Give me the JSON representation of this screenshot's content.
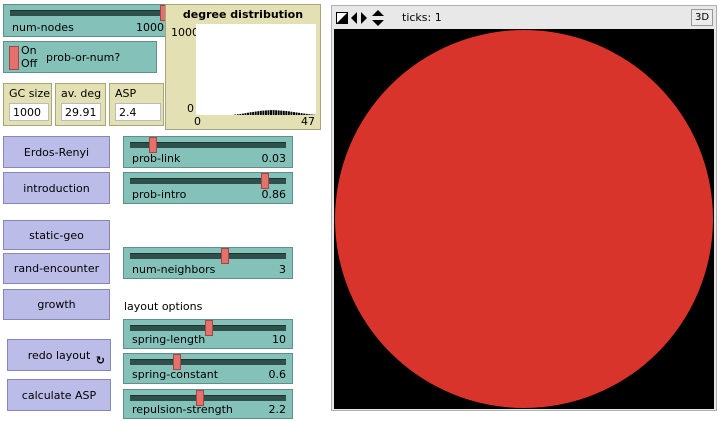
{
  "sliders": {
    "num_nodes": {
      "label": "num-nodes",
      "value": "1000",
      "position": 1.0
    },
    "prob_link": {
      "label": "prob-link",
      "value": "0.03",
      "position": 0.1
    },
    "prob_intro": {
      "label": "prob-intro",
      "value": "0.86",
      "position": 0.86
    },
    "num_neighbors": {
      "label": "num-neighbors",
      "value": "3",
      "position": 0.6
    },
    "spring_length": {
      "label": "spring-length",
      "value": "10",
      "position": 0.5
    },
    "spring_constant": {
      "label": "spring-constant",
      "value": "0.6",
      "position": 0.3
    },
    "repulsion_strength": {
      "label": "repulsion-strength",
      "value": "2.2",
      "position": 0.44
    }
  },
  "switch": {
    "on_label": "On",
    "off_label": "Off",
    "name": "prob-or-num?"
  },
  "monitors": {
    "gc_size": {
      "label": "GC size",
      "value": "1000"
    },
    "av_deg": {
      "label": "av. deg",
      "value": "29.91"
    },
    "asp": {
      "label": "ASP",
      "value": "2.4"
    }
  },
  "buttons": {
    "erdos_renyi": "Erdos-Renyi",
    "introduction": "introduction",
    "static_geo": "static-geo",
    "rand_encounter": "rand-encounter",
    "growth": "growth",
    "redo_layout": "redo layout",
    "calculate_asp": "calculate ASP"
  },
  "layout_options_label": "layout options",
  "plot": {
    "title": "degree distribution",
    "y_max": "1000",
    "y_min": "0",
    "x_min": "0",
    "x_max": "47"
  },
  "view": {
    "ticks_label": "ticks: 1",
    "three_d": "3D",
    "background": "#000000",
    "circle_color": "#d9342b"
  },
  "chart_data": {
    "type": "bar",
    "title": "degree distribution",
    "xlim": [
      0,
      47
    ],
    "ylim": [
      0,
      1000
    ],
    "x": [
      15,
      16,
      17,
      18,
      19,
      20,
      21,
      22,
      23,
      24,
      25,
      26,
      27,
      28,
      29,
      30,
      31,
      32,
      33,
      34,
      35,
      36,
      37,
      38,
      39,
      40,
      41,
      42,
      43,
      44,
      45,
      46,
      47
    ],
    "values": [
      5,
      8,
      12,
      15,
      20,
      25,
      30,
      34,
      38,
      42,
      46,
      48,
      50,
      52,
      54,
      54,
      52,
      50,
      48,
      46,
      44,
      40,
      36,
      32,
      28,
      24,
      20,
      16,
      12,
      9,
      6,
      4,
      2
    ]
  }
}
